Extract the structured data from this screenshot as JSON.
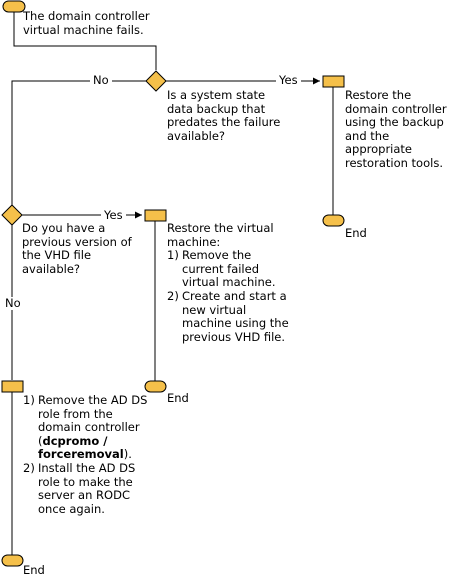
{
  "colors": {
    "shape_fill": "#f5c04a",
    "shape_stroke": "#000000",
    "line": "#000000"
  },
  "start": {
    "text": "The domain controller virtual machine fails."
  },
  "decision1": {
    "question": "Is a system state data backup that predates the failure available?",
    "yes_label": "Yes",
    "no_label": "No"
  },
  "restore_backup": {
    "text": "Restore the domain controller using the backup and the appropriate restoration tools.",
    "end_label": "End"
  },
  "decision2": {
    "question": "Do you have a previous version of the VHD file available?",
    "yes_label": "Yes",
    "no_label": "No"
  },
  "restore_vm": {
    "title": "Restore the virtual machine:",
    "steps": [
      {
        "num": "1)",
        "text": "Remove the current failed virtual machine."
      },
      {
        "num": "2)",
        "text": "Create and start a new virtual machine using the previous VHD file."
      }
    ],
    "end_label": "End"
  },
  "remove_role": {
    "step1": {
      "num": "1)",
      "pre": "Remove the AD DS role from the domain controller (",
      "command": "dcpromo / forceremoval",
      "post": ")."
    },
    "step2": {
      "num": "2)",
      "text": "Install the AD DS role to make the server an RODC once again."
    },
    "end_label": "End"
  }
}
